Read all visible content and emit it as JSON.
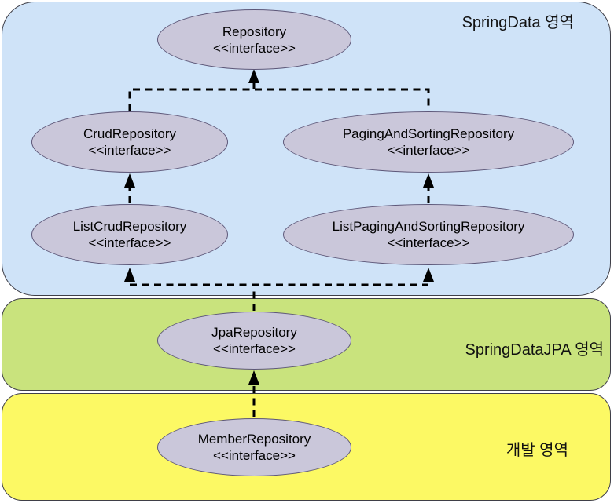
{
  "diagram": {
    "regions": {
      "springdata": {
        "label": "SpringData 영역",
        "color": "#cfe3f8"
      },
      "springdatajpa": {
        "label": "SpringDataJPA 영역",
        "color": "#c9e37d"
      },
      "dev": {
        "label": "개발 영역",
        "color": "#fcf964"
      }
    },
    "node_fill": "#cac7da",
    "node_border": "#5d5778",
    "nodes": {
      "repository": {
        "name": "Repository",
        "stereotype": "<<interface>>"
      },
      "crud": {
        "name": "CrudRepository",
        "stereotype": "<<interface>>"
      },
      "paging": {
        "name": "PagingAndSortingRepository",
        "stereotype": "<<interface>>"
      },
      "listcrud": {
        "name": "ListCrudRepository",
        "stereotype": "<<interface>>"
      },
      "listpaging": {
        "name": "ListPagingAndSortingRepository",
        "stereotype": "<<interface>>"
      },
      "jpa": {
        "name": "JpaRepository",
        "stereotype": "<<interface>>"
      },
      "member": {
        "name": "MemberRepository",
        "stereotype": "<<interface>>"
      }
    },
    "edges": [
      {
        "from": "CrudRepository",
        "to": "Repository",
        "type": "dashed-arrow"
      },
      {
        "from": "PagingAndSortingRepository",
        "to": "Repository",
        "type": "dashed-arrow"
      },
      {
        "from": "ListCrudRepository",
        "to": "CrudRepository",
        "type": "dashed-arrow"
      },
      {
        "from": "ListPagingAndSortingRepository",
        "to": "PagingAndSortingRepository",
        "type": "dashed-arrow"
      },
      {
        "from": "JpaRepository",
        "to": "ListCrudRepository",
        "type": "dashed-arrow"
      },
      {
        "from": "JpaRepository",
        "to": "ListPagingAndSortingRepository",
        "type": "dashed-arrow"
      },
      {
        "from": "MemberRepository",
        "to": "JpaRepository",
        "type": "dashed-arrow"
      }
    ]
  }
}
